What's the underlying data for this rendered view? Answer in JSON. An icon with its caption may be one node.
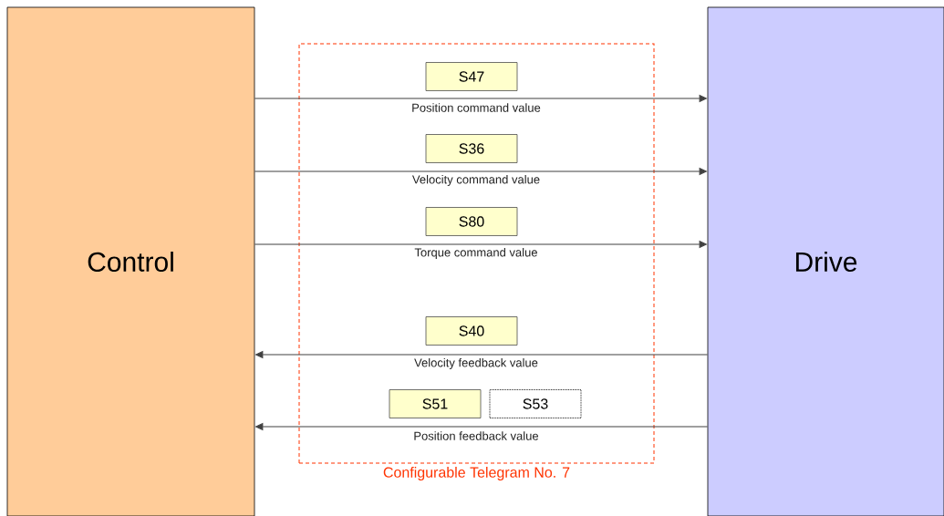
{
  "diagram": {
    "nodes": [
      {
        "text": [
          "Control"
        ]
      },
      {
        "text": [
          "Drive"
        ]
      },
      {
        "text": [
          "Configurable Telegram No. 7"
        ]
      },
      {
        "text": [
          "S47"
        ],
        "in": 2
      },
      {
        "text": [
          "S36"
        ],
        "in": 2
      },
      {
        "text": [
          "S80"
        ],
        "in": 2
      },
      {
        "text": [
          "S40"
        ],
        "in": 2
      },
      {
        "text": [
          "S51"
        ],
        "in": 2
      },
      {
        "text": [
          "S53"
        ],
        "in": 2
      }
    ],
    "edges": [
      {
        "from": 0,
        "to": 1,
        "arrow": "to",
        "label": "Position command value"
      },
      {
        "from": 0,
        "to": 1,
        "arrow": "to",
        "label": "Velocity command value"
      },
      {
        "from": 0,
        "to": 1,
        "arrow": "to",
        "label": "Torque command value"
      },
      {
        "from": 1,
        "to": 0,
        "arrow": "to",
        "label": "Velocity feedback value"
      },
      {
        "from": 1,
        "to": 0,
        "arrow": "to",
        "label": "Position feedback value"
      }
    ]
  }
}
